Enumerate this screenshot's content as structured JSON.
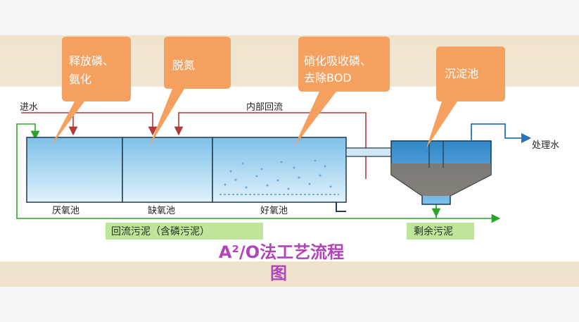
{
  "diagram": {
    "title_line1": "A²/O法工艺流程",
    "title_line2": "图",
    "callouts": [
      {
        "line1": "释放磷、",
        "line2": "氨化"
      },
      {
        "line1": "脱氮",
        "line2": ""
      },
      {
        "line1": "硝化吸收磷、",
        "line2": "去除BOD"
      },
      {
        "line1": "沉淀池",
        "line2": ""
      }
    ],
    "labels": {
      "inflow": "进水",
      "internal_reflux": "内部回流",
      "outflow": "处理水",
      "tank1": "厌氧池",
      "tank2": "缺氧池",
      "tank3": "好氧池",
      "return_sludge": "回流污泥（含磷污泥）",
      "excess_sludge": "剩余污泥"
    },
    "colors": {
      "callout": "#f5a05f",
      "arrow_red": "#b33a3a",
      "arrow_green": "#2aa52a",
      "water": "#a9d3ee",
      "outline": "#1f3a4a",
      "title": "#b044b8",
      "label_bg": "#bfe59a"
    }
  }
}
